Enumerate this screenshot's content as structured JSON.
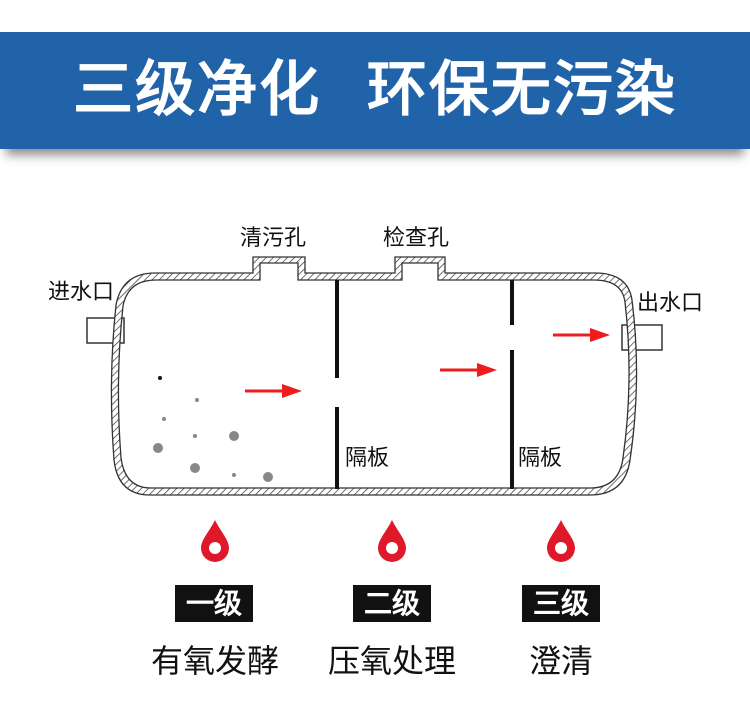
{
  "header": {
    "title": "三级净化  环保无污染",
    "bg_color": "#2163a9"
  },
  "diagram": {
    "labels": {
      "cleaning_hole": "清污孔",
      "inspection_hole": "检查孔",
      "inlet": "进水口",
      "outlet": "出水口",
      "baffle_1": "隔板",
      "baffle_2": "隔板"
    },
    "arrow_color": "#ee1c1c"
  },
  "stages": [
    {
      "level": "一级",
      "description": "有氧发酵"
    },
    {
      "level": "二级",
      "description": "压氧处理"
    },
    {
      "level": "三级",
      "description": "澄清"
    }
  ]
}
